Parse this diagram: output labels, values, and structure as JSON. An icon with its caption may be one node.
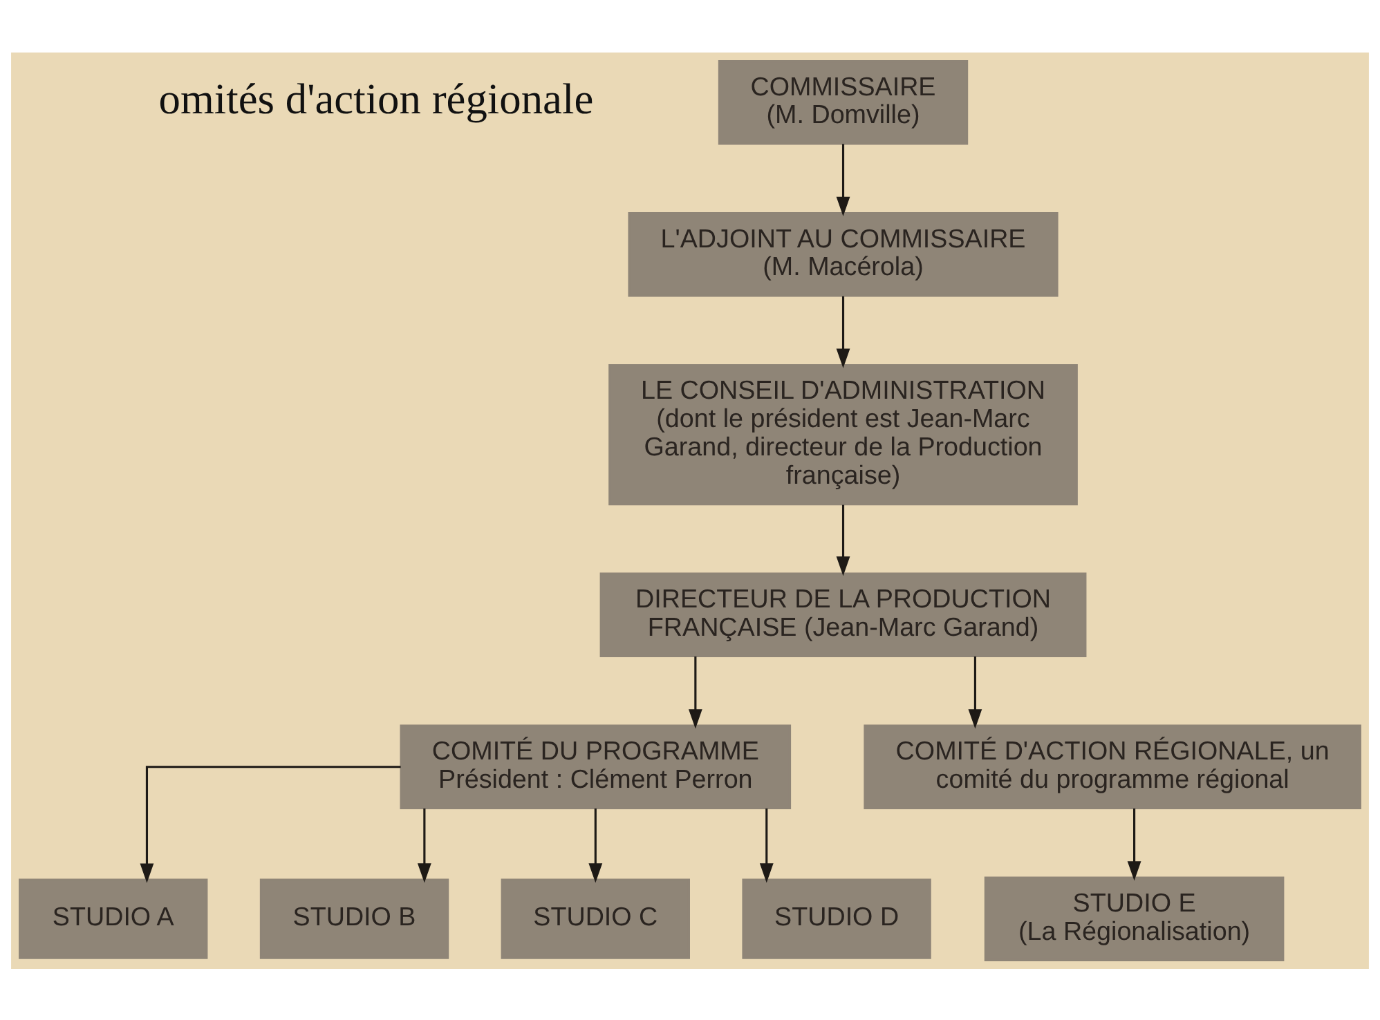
{
  "diagram": {
    "nodes": [
      {
        "text": [
          "COMMISSAIRE",
          "(M. Domville)"
        ]
      },
      {
        "text": [
          "L'ADJOINT AU COMMISSAIRE",
          "(M. Macérola)"
        ]
      },
      {
        "text": [
          "LE CONSEIL D'ADMINISTRATION",
          "(dont le président est Jean-Marc Garand, directeur de la Production française)"
        ]
      },
      {
        "text": [
          "DIRECTEUR DE LA PRODUCTION FRANÇAISE (Jean-Marc Garand)"
        ]
      },
      {
        "text": [
          "COMITÉ DU PROGRAMME",
          "Président : Clément Perron"
        ]
      },
      {
        "text": [
          "COMITÉ D'ACTION RÉGIONALE, un comité du programme régional"
        ]
      },
      {
        "text": [
          "STUDIO A"
        ]
      },
      {
        "text": [
          "STUDIO B"
        ]
      },
      {
        "text": [
          "STUDIO C"
        ]
      },
      {
        "text": [
          "STUDIO D"
        ]
      },
      {
        "text": [
          "STUDIO E",
          "(La Régionalisation)"
        ]
      }
    ],
    "edges": [
      {
        "from": 0,
        "to": 1,
        "arrow": "to"
      },
      {
        "from": 1,
        "to": 2,
        "arrow": "to"
      },
      {
        "from": 2,
        "to": 3,
        "arrow": "to"
      },
      {
        "from": 3,
        "to": 4,
        "arrow": "to"
      },
      {
        "from": 3,
        "to": 5,
        "arrow": "to"
      },
      {
        "from": 4,
        "to": 6,
        "arrow": "to"
      },
      {
        "from": 4,
        "to": 7,
        "arrow": "to"
      },
      {
        "from": 4,
        "to": 8,
        "arrow": "to"
      },
      {
        "from": 4,
        "to": 9,
        "arrow": "to"
      },
      {
        "from": 5,
        "to": 10,
        "arrow": "to"
      }
    ],
    "labels": [
      "omités d'action régionale"
    ]
  }
}
